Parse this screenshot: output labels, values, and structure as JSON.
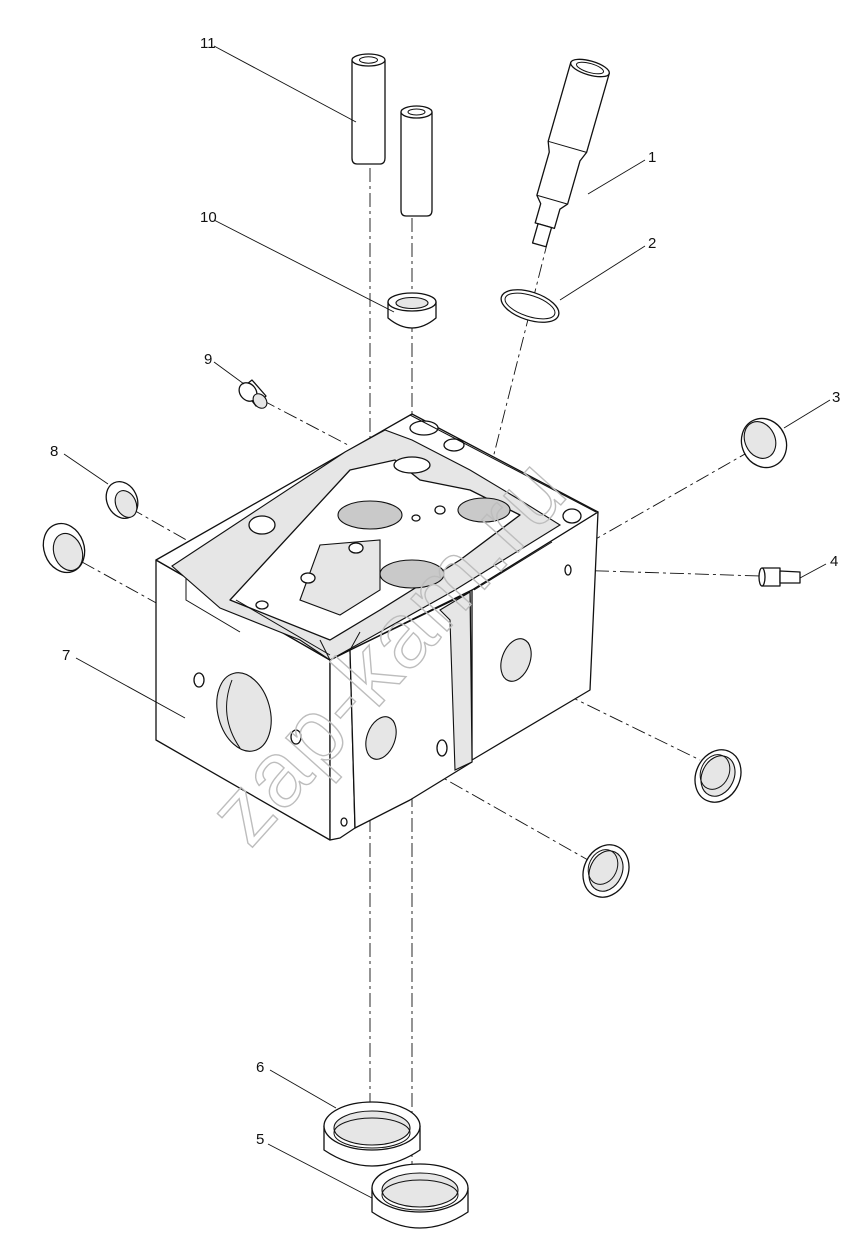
{
  "watermark": "zap-kam.ru",
  "callouts": [
    {
      "number": "1",
      "part": "injector-sleeve"
    },
    {
      "number": "2",
      "part": "o-ring"
    },
    {
      "number": "3",
      "part": "plug-right"
    },
    {
      "number": "4",
      "part": "dowel-pin"
    },
    {
      "number": "5",
      "part": "valve-seat-insert-exhaust"
    },
    {
      "number": "6",
      "part": "valve-seat-insert-intake"
    },
    {
      "number": "7",
      "part": "cylinder-head"
    },
    {
      "number": "8",
      "part": "plug-small-left"
    },
    {
      "number": "9",
      "part": "plug-top"
    },
    {
      "number": "10",
      "part": "valve-stem-seal"
    },
    {
      "number": "11",
      "part": "valve-guide"
    }
  ]
}
